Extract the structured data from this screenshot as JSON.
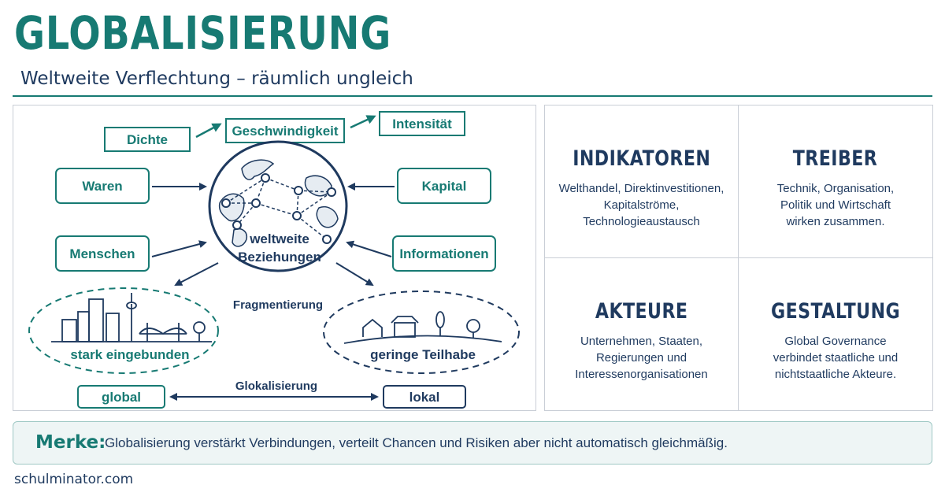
{
  "header": {
    "title": "GLOBALISIERUNG",
    "subtitle": "Weltweite Verflechtung – räumlich ungleich"
  },
  "diagram": {
    "dimensions": [
      "Dichte",
      "Geschwindigkeit",
      "Intensität"
    ],
    "flows_left": [
      "Waren",
      "Menschen"
    ],
    "flows_right": [
      "Kapital",
      "Informationen"
    ],
    "center": [
      "weltweite",
      "Beziehungen"
    ],
    "fragmentation": "Fragmentierung",
    "region_strong": "stark eingebunden",
    "region_weak": "geringe Teilhabe",
    "glokal_label": "Glokalisierung",
    "global": "global",
    "local": "lokal"
  },
  "cards": [
    {
      "title": "INDIKATOREN",
      "lines": [
        "Welthandel, Direktinvestitionen,",
        "Kapitalströme, Technologieaustausch"
      ]
    },
    {
      "title": "TREIBER",
      "lines": [
        "Technik, Organisation,",
        "Politik und Wirtschaft",
        "wirken zusammen."
      ]
    },
    {
      "title": "AKTEURE",
      "lines": [
        "Unternehmen, Staaten,",
        "Regierungen und",
        "Interessenorganisationen"
      ]
    },
    {
      "title": "GESTALTUNG",
      "lines": [
        "Global Governance",
        "verbindet staatliche und",
        "nichtstaatliche Akteure."
      ]
    }
  ],
  "note": {
    "label": "Merke:",
    "text": "Globalisierung verstärkt Verbindungen, verteilt Chancen und Risiken aber nicht automatisch gleichmäßig."
  },
  "footer": "schulminator.com",
  "colors": {
    "teal": "#177a73",
    "navy": "#1f3a5f",
    "border": "#c9ced6",
    "note_bg": "#eef5f5"
  }
}
